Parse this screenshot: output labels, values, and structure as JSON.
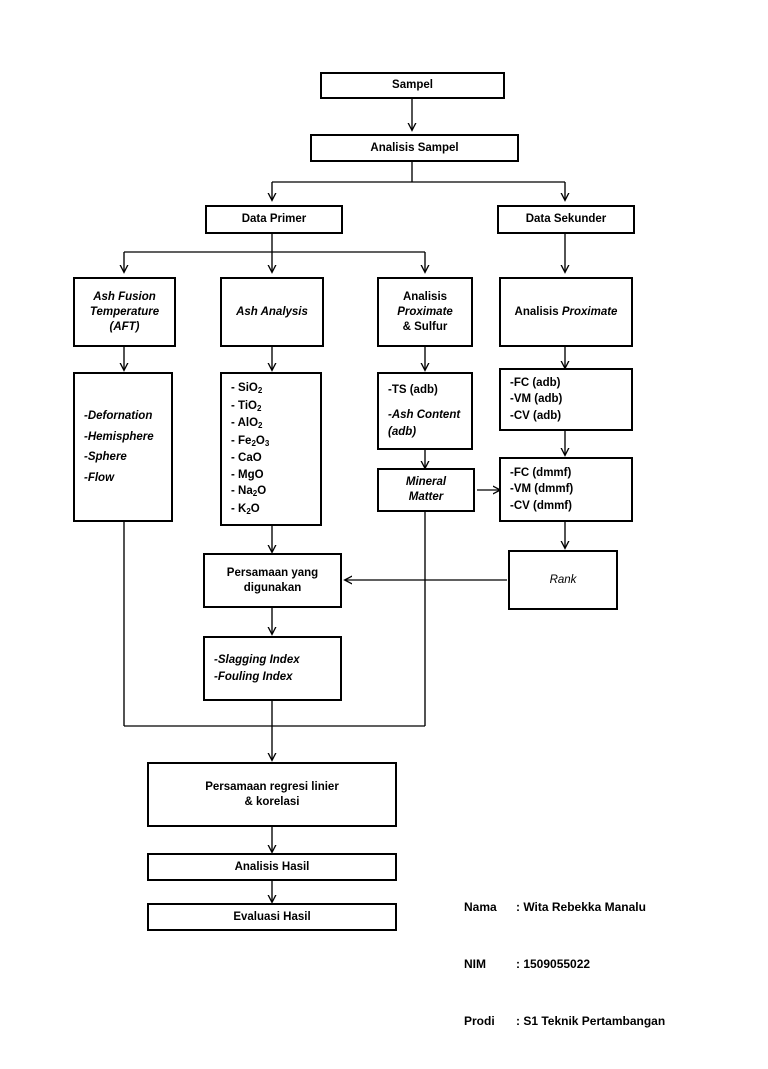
{
  "diagram": {
    "title": "Research Methodology Flowchart",
    "nodes": {
      "sampel": "Sampel",
      "analisis_sampel": "Analisis Sampel",
      "data_primer": "Data Primer",
      "data_sekunder": "Data Sekunder",
      "aft_l1": "Ash Fusion",
      "aft_l2": "Temperature",
      "aft_l3": "(AFT)",
      "ash_analysis": "Ash Analysis",
      "aps_l1": "Analisis",
      "aps_l2": "Proximate",
      "aps_l3": "& Sulfur",
      "ap_l1": "Analisis ",
      "ap_l2": "Proximate",
      "aft_items": [
        "-Defornation",
        "-Hemisphere",
        "-Sphere",
        "-Flow"
      ],
      "ash_items": [
        {
          "pre": "-  SiO",
          "sub": "2",
          "post": ""
        },
        {
          "pre": "-  TiO",
          "sub": "2",
          "post": ""
        },
        {
          "pre": "-  AlO",
          "sub": "2",
          "post": ""
        },
        {
          "pre": "-  Fe",
          "sub": "2",
          "post": "O",
          "sub2": "3"
        },
        {
          "pre": "-  CaO",
          "sub": "",
          "post": ""
        },
        {
          "pre": "-  MgO",
          "sub": "",
          "post": ""
        },
        {
          "pre": "-  Na",
          "sub": "2",
          "post": "O"
        },
        {
          "pre": "-  K",
          "sub": "2",
          "post": "O"
        }
      ],
      "ts_l1": "-TS  (adb)",
      "ts_l2": "-Ash Content",
      "ts_l3": "(adb)",
      "mineral_l1": "Mineral",
      "mineral_l2": "Matter",
      "adb_items": [
        "-FC (adb)",
        "-VM (adb)",
        "-CV (adb)"
      ],
      "dmmf_items": [
        "-FC (dmmf)",
        "-VM (dmmf)",
        "-CV (dmmf)"
      ],
      "persamaan_l1": "Persamaan yang",
      "persamaan_l2": "digunakan",
      "rank": "Rank",
      "index_items": [
        "-Slagging Index",
        "-Fouling Index"
      ],
      "regresi_l1": "Persamaan regresi linier",
      "regresi_l2": "& korelasi",
      "analisis_hasil": "Analisis Hasil",
      "evaluasi_hasil": "Evaluasi Hasil"
    }
  },
  "legend": {
    "rows": [
      {
        "label": "Nama",
        "value": ": Wita Rebekka Manalu"
      },
      {
        "label": "NIM",
        "value": ": 1509055022"
      },
      {
        "label": "Prodi",
        "value": ": S1 Teknik Pertambangan"
      }
    ]
  },
  "colors": {
    "stroke": "#000000",
    "background": "#ffffff"
  }
}
